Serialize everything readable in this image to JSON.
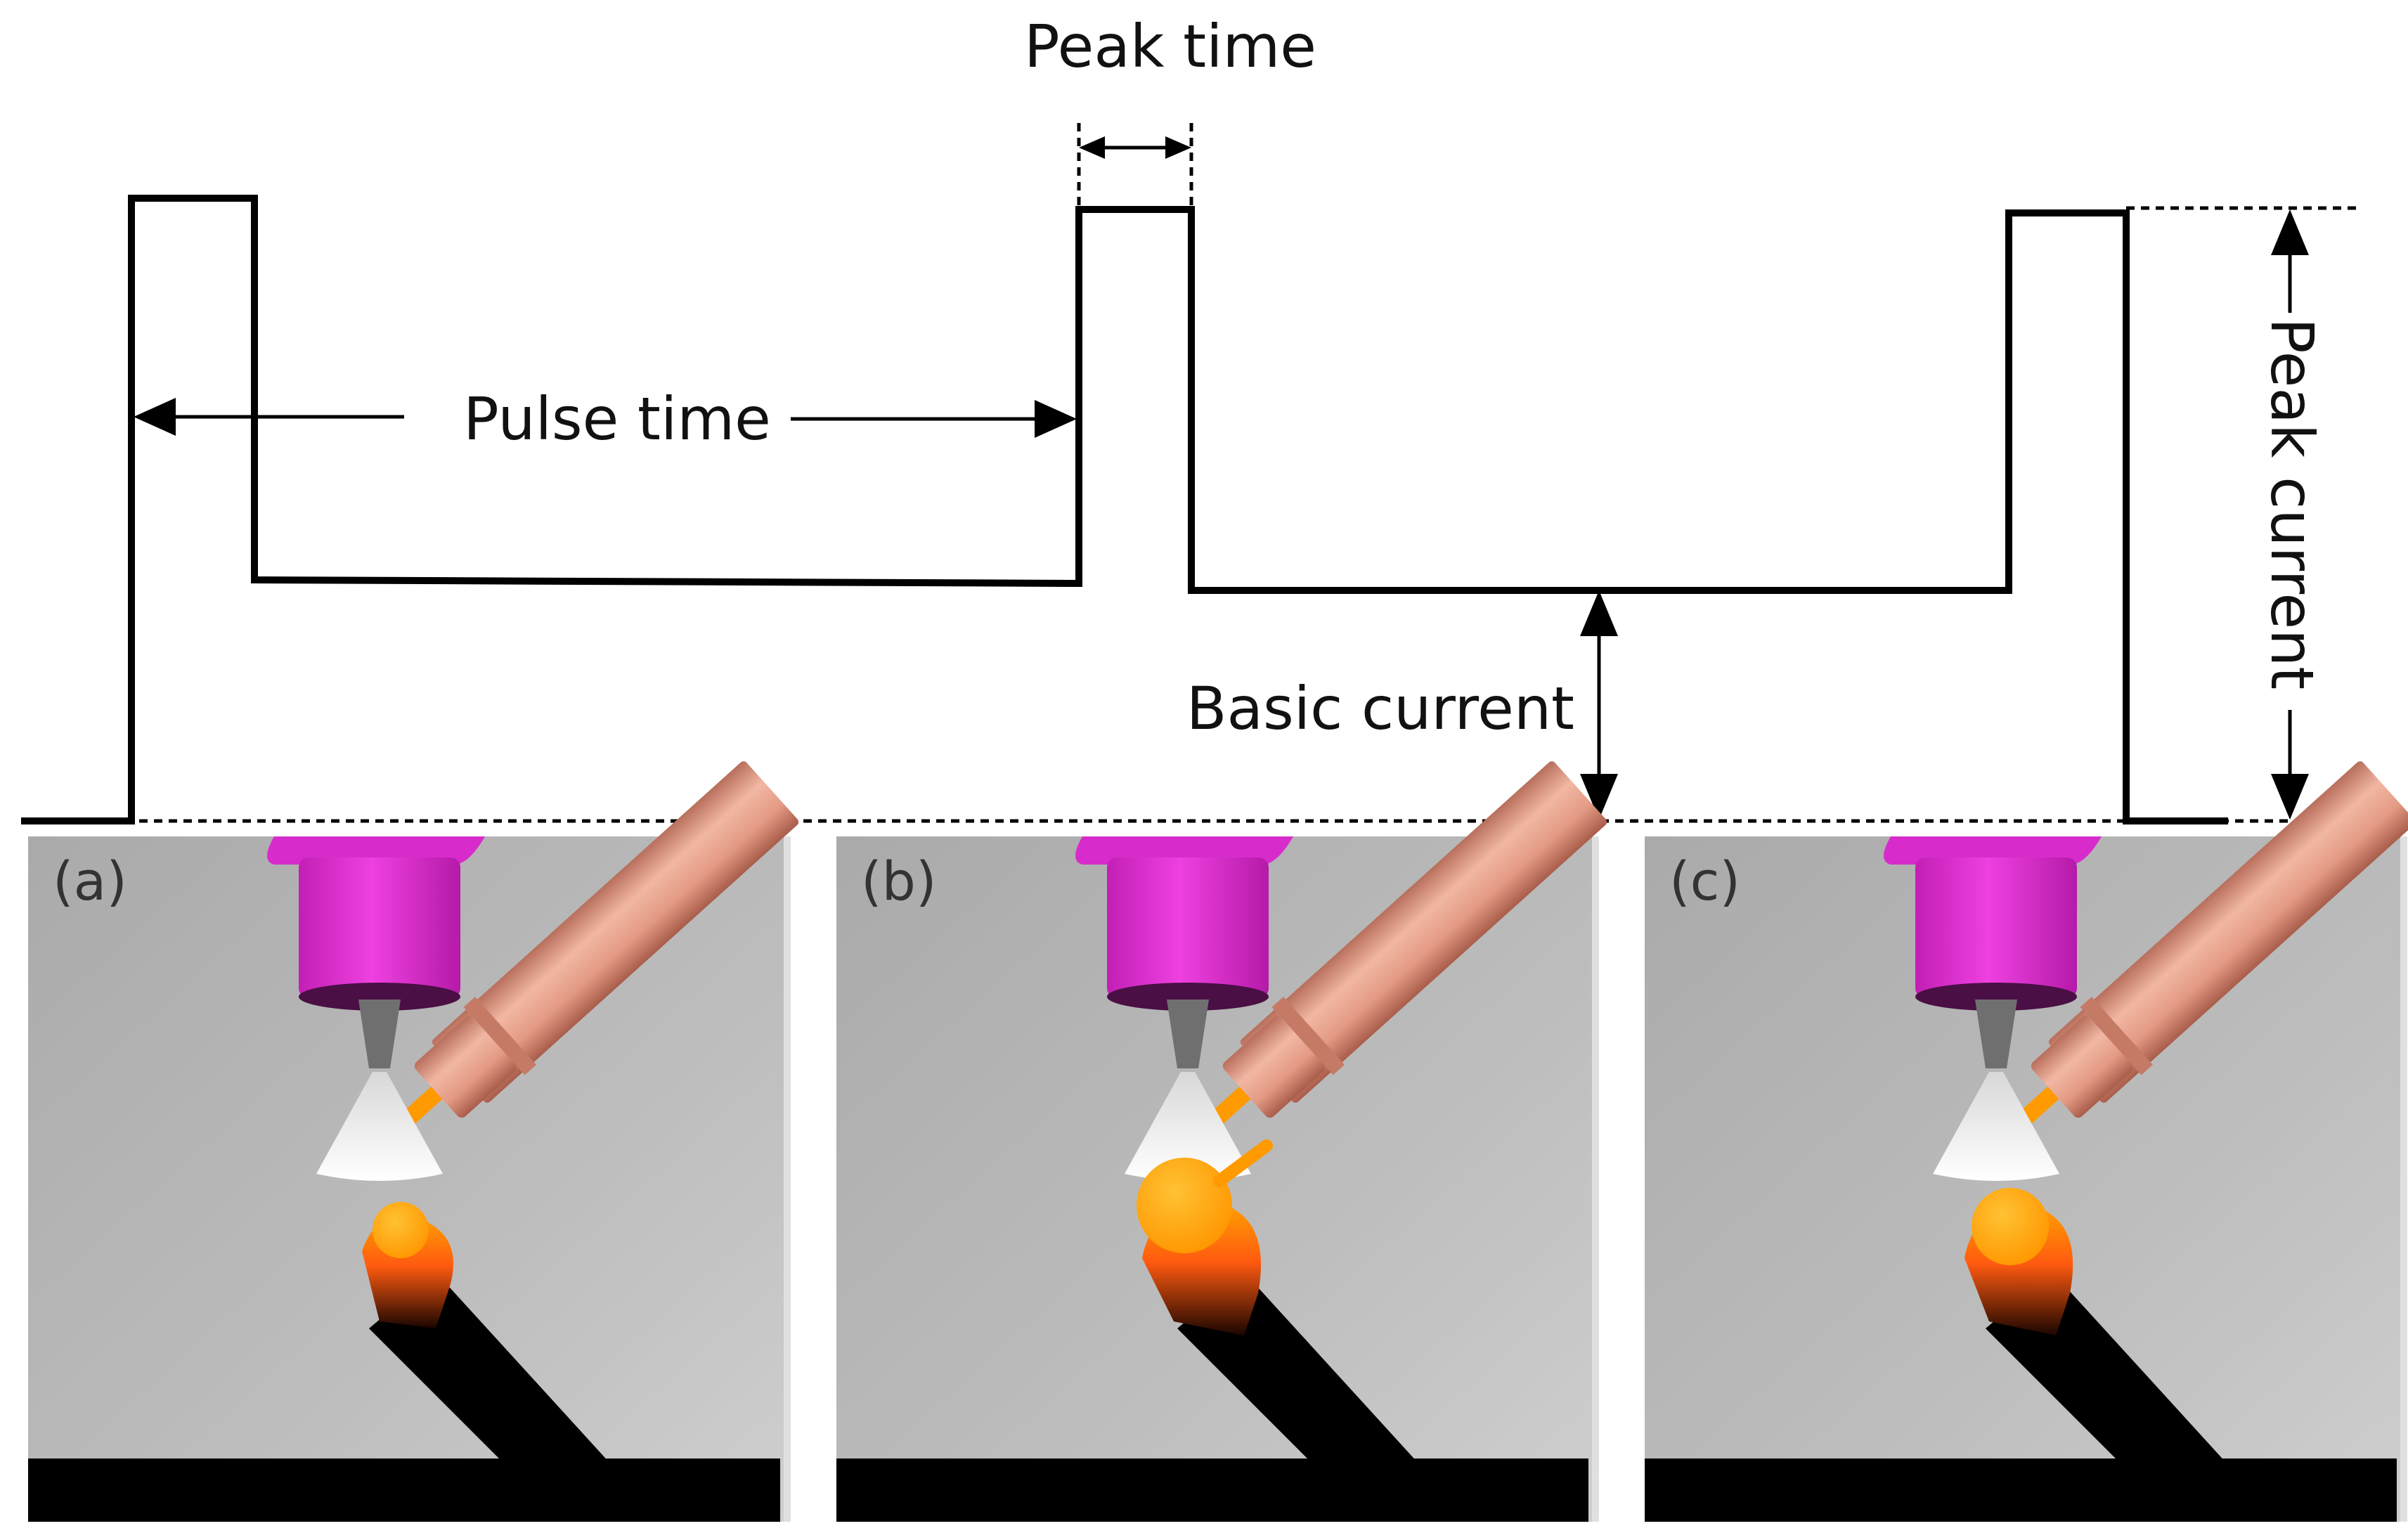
{
  "labels": {
    "peak_time": "Peak time",
    "pulse_time": "Pulse time",
    "basic_current": "Basic current",
    "peak_current": "Peak current"
  },
  "panels": [
    {
      "label": "(a)"
    },
    {
      "label": "(b)"
    },
    {
      "label": "(c)"
    }
  ],
  "colors": {
    "waveform": "#000000",
    "nozzle": "#e62fd8",
    "tungsten_electrode": "#777777",
    "arc": "#f2f2f2",
    "wire_feeder": "#e9a48f",
    "wire_tip": "#ff9a00",
    "molten_droplet": "#ffa200",
    "heated_zone": "#ff4a10",
    "deposited_wall": "#000000",
    "substrate": "#000000",
    "panel_background": "#b7b7b7"
  }
}
